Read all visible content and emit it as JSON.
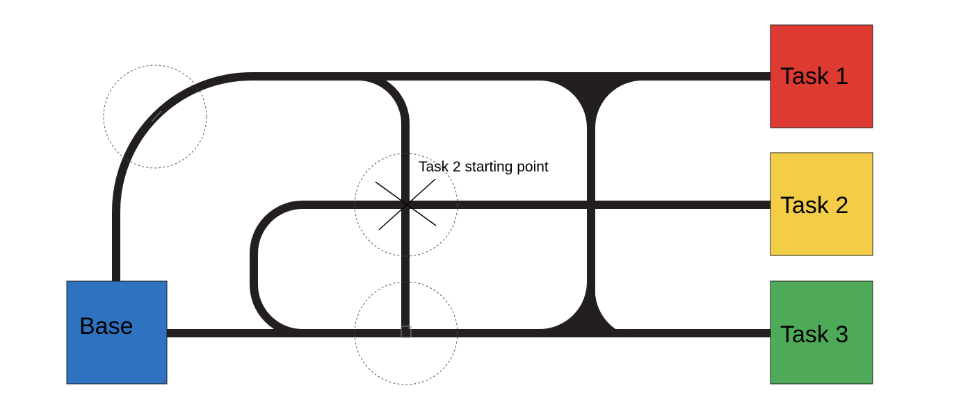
{
  "zones": {
    "base": {
      "label": "Base",
      "color": "#2f72bf"
    },
    "task1": {
      "label": "Task 1",
      "color": "#dd3a32"
    },
    "task2": {
      "label": "Task 2",
      "color": "#f3cd48"
    },
    "task3": {
      "label": "Task 3",
      "color": "#4eaa58"
    }
  },
  "annotations": {
    "task2_start": "Task 2 starting point"
  },
  "colors": {
    "track": "#231f20",
    "circle_outline": "#555555",
    "background": "#ffffff"
  }
}
